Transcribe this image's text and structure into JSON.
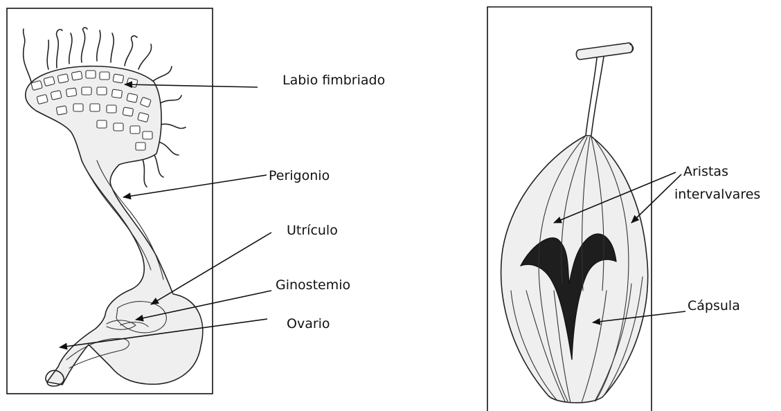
{
  "figure_left": {
    "labels": {
      "labio_fimbriado": "Labio fimbriado",
      "perigonio": "Perigonio",
      "utriculo": "Utrículo",
      "ginostemio": "Ginostemio",
      "ovario": "Ovario"
    }
  },
  "figure_right": {
    "labels": {
      "aristas_line1": "Aristas",
      "aristas_line2": "intervalvares",
      "capsula": "Cápsula"
    }
  },
  "colors": {
    "ink": "#222222",
    "shading": "#efefef",
    "dark_fill": "#1e1e1e"
  }
}
